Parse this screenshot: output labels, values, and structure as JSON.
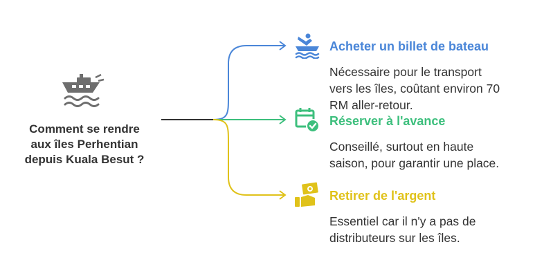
{
  "root": {
    "label_lines": [
      "Comment se rendre",
      "aux îles Perhentian",
      "depuis Kuala Besut ?"
    ],
    "icon": "boat-icon"
  },
  "branches": [
    {
      "title": "Acheter un billet de bateau",
      "description_lines": [
        "Nécessaire pour le transport",
        "vers les îles, coûtant environ 70",
        "RM aller-retour."
      ],
      "icon": "boarding-boat-icon",
      "color": "#4a86d8"
    },
    {
      "title": "Réserver à l'avance",
      "description_lines": [
        "Conseillé, surtout en haute",
        "saison, pour garantir une place."
      ],
      "icon": "calendar-check-icon",
      "color": "#3dbf7d"
    },
    {
      "title": "Retirer de l'argent",
      "description_lines": [
        "Essentiel car il n'y a pas de",
        "distributeurs sur les îles."
      ],
      "icon": "cash-hand-icon",
      "color": "#e0c21a"
    }
  ],
  "colors": {
    "root": "#333333",
    "icon_gray": "#6e6e6e",
    "text": "#333333"
  }
}
